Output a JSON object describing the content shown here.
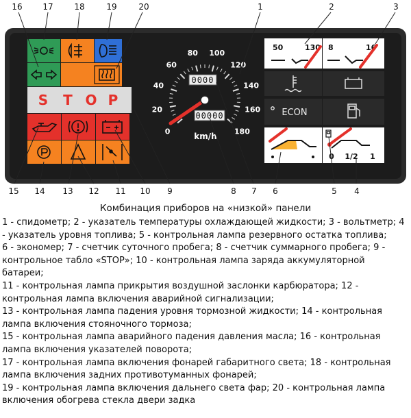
{
  "callouts": {
    "c1": "1",
    "c2": "2",
    "c3": "3",
    "c4": "4",
    "c5": "5",
    "c6": "6",
    "c7": "7",
    "c8": "8",
    "c9": "9",
    "c10": "10",
    "c11": "11",
    "c12": "12",
    "c13": "13",
    "c14": "14",
    "c15": "15",
    "c16": "16",
    "c17": "17",
    "c18": "18",
    "c19": "19",
    "c20": "20"
  },
  "speedometer": {
    "ticks": [
      "0",
      "20",
      "40",
      "60",
      "80",
      "100",
      "120",
      "140",
      "160",
      "180"
    ],
    "unit": "km/h",
    "trip_odometer": "0000",
    "total_odometer": "00000"
  },
  "stop_panel": {
    "letters": [
      "S",
      "T",
      "O",
      "P"
    ]
  },
  "temperature_gauge": {
    "min_label": "50",
    "max_label": "130"
  },
  "voltmeter": {
    "min_label": "8",
    "max_label": "16"
  },
  "econ_label": "ECON",
  "fuel_gauge": {
    "labels": [
      "0",
      "1/2",
      "1"
    ]
  },
  "caption": "Комбинация приборов на «низкой» панели",
  "legend": [
    "1 - спидометр; 2 - указатель температуры охлаждающей жидкости; 3 - вольтметр; 4 - указатель уровня топлива; 5 - контрольная лампа резервного остатка топлива;",
    "6 - экономер; 7 - счетчик суточного пробега; 8 - счетчик суммарного пробега; 9 - контрольное табло «STOP»; 10 - контрольная лампа заряда аккумуляторной батареи;",
    "11 - контрольная лампа прикрытия воздушной заслонки карбюратора; 12 - контрольная лампа включения аварийной сигнализации;",
    "13 - контрольная лампа падения уровня тормозной жидкости; 14 - контрольная лампа включения стояночного тормоза;",
    "15 - контрольная лампа аварийного падения давления масла; 16 - контрольная лампа включения указателей поворота;",
    "17 - контрольная лампа включения фонарей габаритного света; 18 - контрольная лампа включения задних противотуманных фонарей;",
    "19 - контрольная лампа включения дальнего света фар; 20 - контрольная лампа включения обогрева стекла двери задка"
  ]
}
